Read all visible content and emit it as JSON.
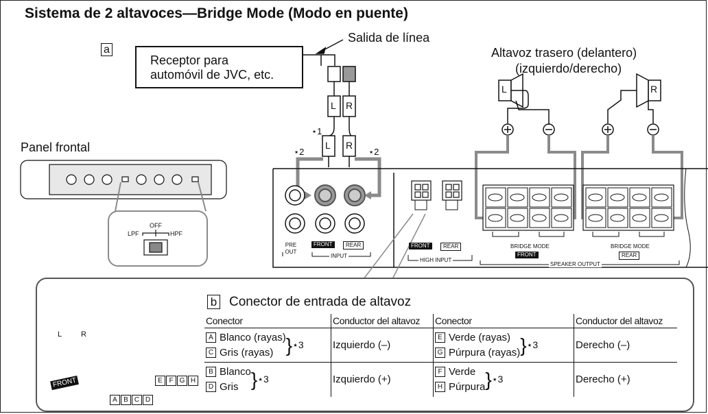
{
  "title": "Sistema de 2 altavoces—Bridge Mode (Modo en puente)",
  "label_a": "a",
  "label_b": "b",
  "line_out": "Salida de línea",
  "receiver": {
    "line1": "Receptor para",
    "line2": "automóvil de JVC, etc."
  },
  "rear_speaker": {
    "line1": "Altavoz trasero (delantero)",
    "line2": "(izquierdo/derecho)"
  },
  "front_panel": "Panel frontal",
  "switch": {
    "off": "OFF",
    "lpf": "LPF",
    "hpf": "HPF"
  },
  "stars": {
    "s1": "⋆1",
    "s2": "⋆2",
    "s3": "⋆3"
  },
  "plug_letters": {
    "left": "L",
    "right": "R"
  },
  "amp": {
    "pre_out": "PRE OUT",
    "input": "INPUT",
    "front": "FRONT",
    "rear": "REAR",
    "high_input": "HIGH INPUT",
    "bridge_mode": "BRIDGE MODE",
    "speaker_output": "SPEAKER OUTPUT",
    "l": "L",
    "r": "R"
  },
  "connector_title": "Conector de entrada de altavoz",
  "wire_letters": [
    "A",
    "B",
    "C",
    "D",
    "E",
    "F",
    "G",
    "H"
  ],
  "table": {
    "headers": [
      "Conector",
      "Conductor del altavoz",
      "Conector",
      "Conductor del altavoz"
    ],
    "rows": [
      {
        "left_items": [
          {
            "letter": "A",
            "text": "Blanco (rayas)"
          },
          {
            "letter": "C",
            "text": "Gris (rayas)"
          }
        ],
        "left_star": "⋆3",
        "left_conductor": "Izquierdo (–)",
        "right_items": [
          {
            "letter": "E",
            "text": "Verde (rayas)"
          },
          {
            "letter": "G",
            "text": "Púrpura (rayas)"
          }
        ],
        "right_star": "⋆3",
        "right_conductor": "Derecho (–)"
      },
      {
        "left_items": [
          {
            "letter": "B",
            "text": "Blanco"
          },
          {
            "letter": "D",
            "text": "Gris"
          }
        ],
        "left_star": "⋆3",
        "left_conductor": "Izquierdo (+)",
        "right_items": [
          {
            "letter": "F",
            "text": "Verde"
          },
          {
            "letter": "H",
            "text": "Púrpura"
          }
        ],
        "right_star": "⋆3",
        "right_conductor": "Derecho (+)"
      }
    ]
  },
  "colors": {
    "line": "#111111",
    "panel": "#555555",
    "plug_fill": "#8a8a8a",
    "wire_gray": "#7a7a7a"
  }
}
